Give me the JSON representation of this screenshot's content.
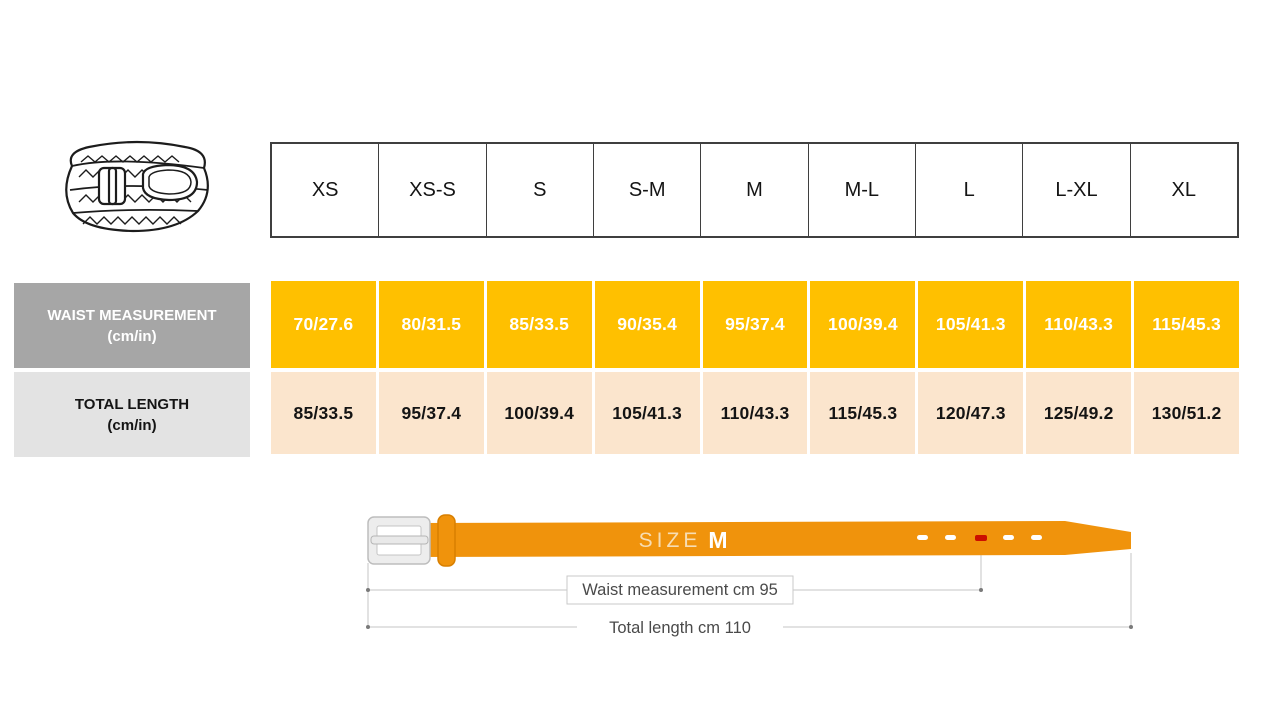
{
  "page": {
    "background": "#ffffff"
  },
  "size_chart": {
    "product_icon": "braided-belt-icon",
    "sizes": [
      "XS",
      "XS-S",
      "S",
      "S-M",
      "M",
      "M-L",
      "L",
      "L-XL",
      "XL"
    ],
    "rows": [
      {
        "label": "WAIST MEASUREMENT",
        "label_sub": "(cm/in)",
        "label_bg": "#a6a6a6",
        "label_text_color": "#ffffff",
        "cell_bg": "#ffc000",
        "cell_text_color": "#ffffff",
        "values": [
          "70/27.6",
          "80/31.5",
          "85/33.5",
          "90/35.4",
          "95/37.4",
          "100/39.4",
          "105/41.3",
          "110/43.3",
          "115/45.3"
        ]
      },
      {
        "label": "TOTAL LENGTH",
        "label_sub": "(cm/in)",
        "label_bg": "#e3e3e3",
        "label_text_color": "#141414",
        "cell_bg": "#fbe5cd",
        "cell_text_color": "#141414",
        "values": [
          "85/33.5",
          "95/37.4",
          "100/39.4",
          "105/41.3",
          "110/43.3",
          "115/45.3",
          "120/47.3",
          "125/49.2",
          "130/51.2"
        ]
      }
    ]
  },
  "belt_diagram": {
    "size_label": "SIZE",
    "size_value": "M",
    "waist_annotation": "Waist measurement cm 95",
    "length_annotation": "Total length cm 110",
    "belt_color": "#f0930c",
    "highlight_hole_color": "#cc0e00",
    "measure_line_color": "#c6c6c6"
  }
}
